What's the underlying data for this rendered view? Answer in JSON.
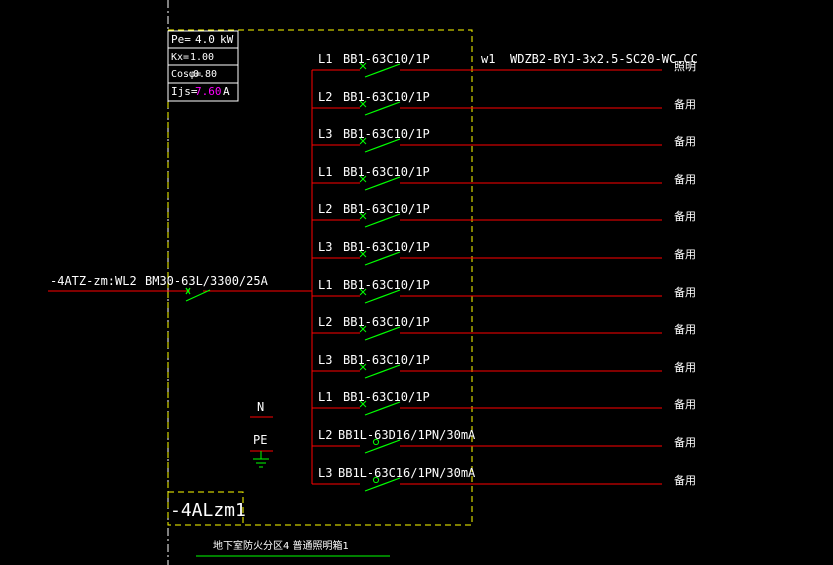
{
  "colors": {
    "background": "#000000",
    "wire": "#ff0000",
    "breaker": "#00ff00",
    "frame": "#ffff00",
    "text": "#ffffff",
    "highlight": "#ff00ff"
  },
  "param_table": {
    "pe_label": "Pe=",
    "pe_value": "4.0",
    "pe_unit": "kW",
    "kx_label": "Kx=",
    "kx_value": "1.00",
    "cos_label": "Cosφ=",
    "cos_value": "0.80",
    "ijs_label": "Ijs=",
    "ijs_value": "7.60",
    "ijs_unit": "A"
  },
  "incoming": {
    "source": "-4ATZ-zm:WL2",
    "breaker": "BM30-63L/3300/25A"
  },
  "circuits": [
    {
      "phase": "L1",
      "breaker": "BB1-63C10/1P",
      "id": "w1",
      "cable": "WDZB2-BYJ-3x2.5-SC20-WC.CC",
      "use": "照明"
    },
    {
      "phase": "L2",
      "breaker": "BB1-63C10/1P",
      "use": "备用"
    },
    {
      "phase": "L3",
      "breaker": "BB1-63C10/1P",
      "use": "备用"
    },
    {
      "phase": "L1",
      "breaker": "BB1-63C10/1P",
      "use": "备用"
    },
    {
      "phase": "L2",
      "breaker": "BB1-63C10/1P",
      "use": "备用"
    },
    {
      "phase": "L3",
      "breaker": "BB1-63C10/1P",
      "use": "备用"
    },
    {
      "phase": "L1",
      "breaker": "BB1-63C10/1P",
      "use": "备用"
    },
    {
      "phase": "L2",
      "breaker": "BB1-63C10/1P",
      "use": "备用"
    },
    {
      "phase": "L3",
      "breaker": "BB1-63C10/1P",
      "use": "备用"
    },
    {
      "phase": "L1",
      "breaker": "BB1-63C10/1P",
      "use": "备用"
    },
    {
      "phase": "L2",
      "breaker": "BB1L-63D16/1PN/30mA",
      "use": "备用"
    },
    {
      "phase": "L3",
      "breaker": "BB1L-63C16/1PN/30mA",
      "use": "备用"
    }
  ],
  "terminals": {
    "n_label": "N",
    "pe_label": "PE"
  },
  "panel_id": "-4ALzm1",
  "caption": "地下室防火分区4 普通照明箱1"
}
